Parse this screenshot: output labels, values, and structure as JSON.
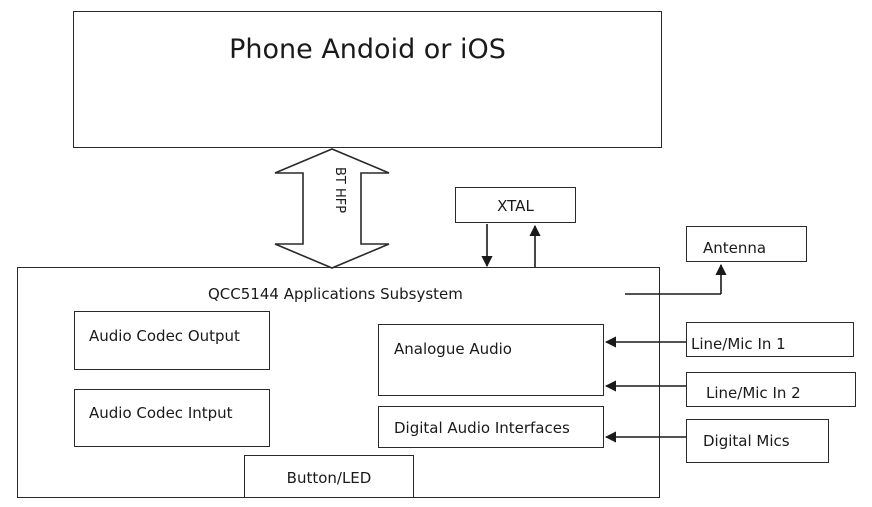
{
  "phone": {
    "label": "Phone Andoid or iOS"
  },
  "link": {
    "label": "BT HFP"
  },
  "xtal": {
    "label": "XTAL"
  },
  "antenna": {
    "label": "Antenna"
  },
  "subsystem": {
    "label": "QCC5144 Applications Subsystem"
  },
  "blocks": {
    "codec_output": "Audio Codec Output",
    "codec_input": "Audio Codec Intput",
    "analogue_audio": "Analogue Audio",
    "digital_audio": "Digital Audio Interfaces",
    "button_led": "Button/LED"
  },
  "inputs": {
    "line_mic_1": "Line/Mic In 1",
    "line_mic_2": "Line/Mic In 2",
    "digital_mics": "Digital Mics"
  },
  "colors": {
    "stroke": "#2a2a2a",
    "background": "#ffffff"
  }
}
